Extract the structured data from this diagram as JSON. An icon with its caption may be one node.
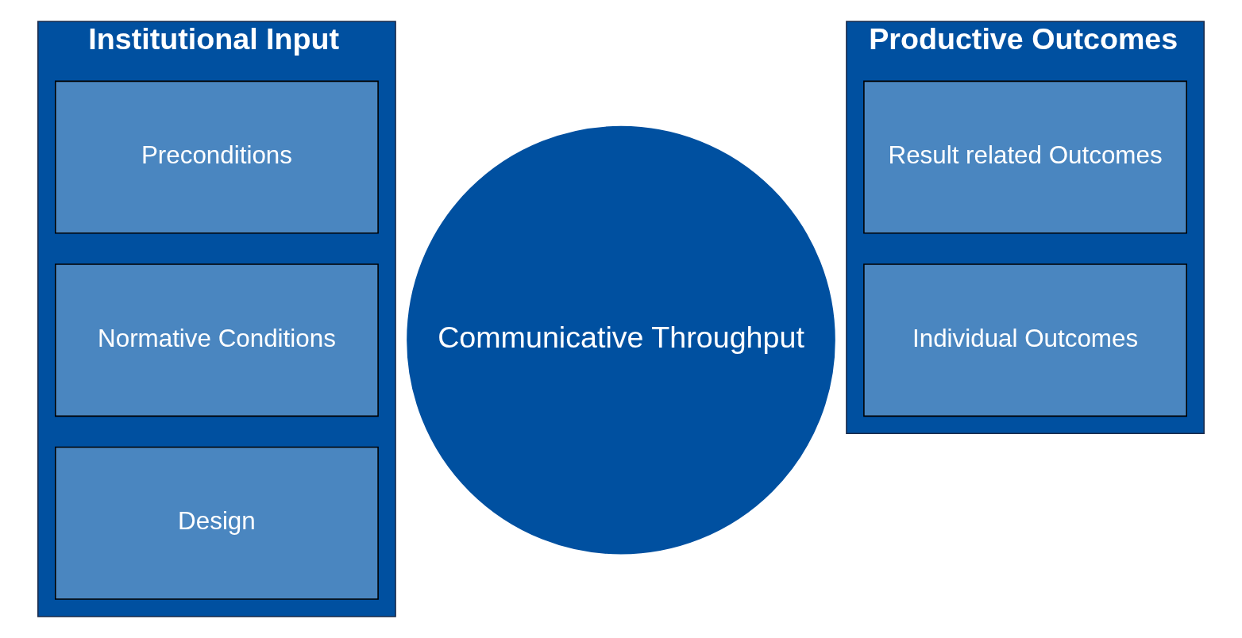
{
  "diagram": {
    "nodes": [
      {
        "text": [
          "Institutional Input"
        ]
      },
      {
        "text": [
          "Preconditions"
        ],
        "in": 0
      },
      {
        "text": [
          "Normative Conditions"
        ],
        "in": 0
      },
      {
        "text": [
          "Design"
        ],
        "in": 0
      },
      {
        "text": [
          "Communicative Throughput"
        ]
      },
      {
        "text": [
          "Productive Outcomes"
        ]
      },
      {
        "text": [
          "Result related Outcomes"
        ],
        "in": 5
      },
      {
        "text": [
          "Individual Outcomes"
        ],
        "in": 5
      }
    ],
    "edges": []
  }
}
